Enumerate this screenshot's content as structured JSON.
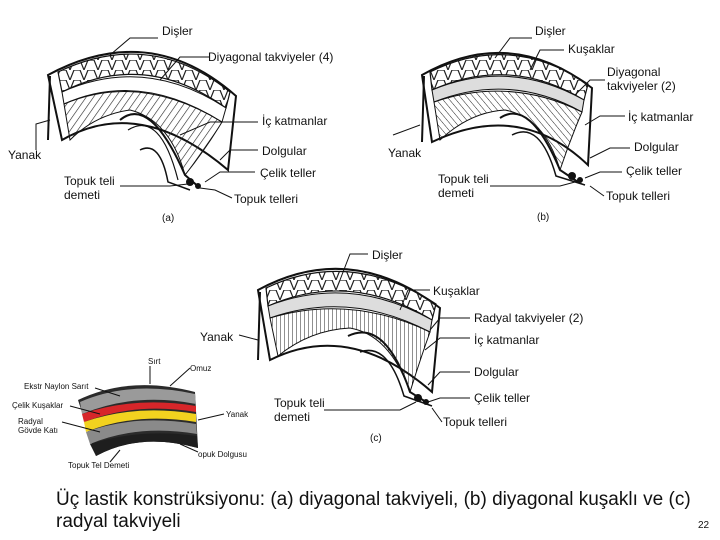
{
  "diagram_a": {
    "tread": "Dişler",
    "bias_plies": "Diyagonal takviyeler (4)",
    "inner_liner": "İç katmanlar",
    "sidewall": "Yanak",
    "fillers": "Dolgular",
    "bead_bundle": "Topuk teli demeti",
    "steel_wires": "Çelik teller",
    "bead_wires": "Topuk telleri",
    "caption": "(a)"
  },
  "diagram_b": {
    "tread": "Dişler",
    "belts": "Kuşaklar",
    "bias_plies": "Diyagonal takviyeler (2)",
    "inner_liner": "İç katmanlar",
    "sidewall": "Yanak",
    "fillers": "Dolgular",
    "steel_wires": "Çelik teller",
    "bead_bundle": "Topuk teli demeti",
    "bead_wires": "Topuk telleri",
    "caption": "(b)"
  },
  "diagram_c": {
    "tread": "Dişler",
    "belts": "Kuşaklar",
    "radial_plies": "Radyal takviyeler (2)",
    "sidewall": "Yanak",
    "inner_liner": "İç katmanlar",
    "fillers": "Dolgular",
    "steel_wires": "Çelik teller",
    "bead_bundle": "Topuk teli demeti",
    "bead_wires": "Topuk telleri",
    "caption": "(c)"
  },
  "photo_labels": {
    "sirt": "Sırt",
    "omuz": "Omuz",
    "nylon_belt": "Ekstr Naylon Sarıt",
    "steel_belt": "Çelik Kuşaklar",
    "radial_body": "Radyal Gövde Katı",
    "sidewall": "Yanak",
    "bead_wire": "Topuk Tel Demeti",
    "bead_filler": "opuk Dolgusu"
  },
  "colors": {
    "ink": "#111111",
    "rubber": "#2b2b2b",
    "belt_red": "#d7262a",
    "belt_yellow": "#f2d21f"
  },
  "footer": {
    "caption": "Üç lastik konstrüksiyonu: (a) diyagonal takviyeli, (b) diyagonal kuşaklı ve (c) radyal takviyeli",
    "page_number": "22"
  }
}
